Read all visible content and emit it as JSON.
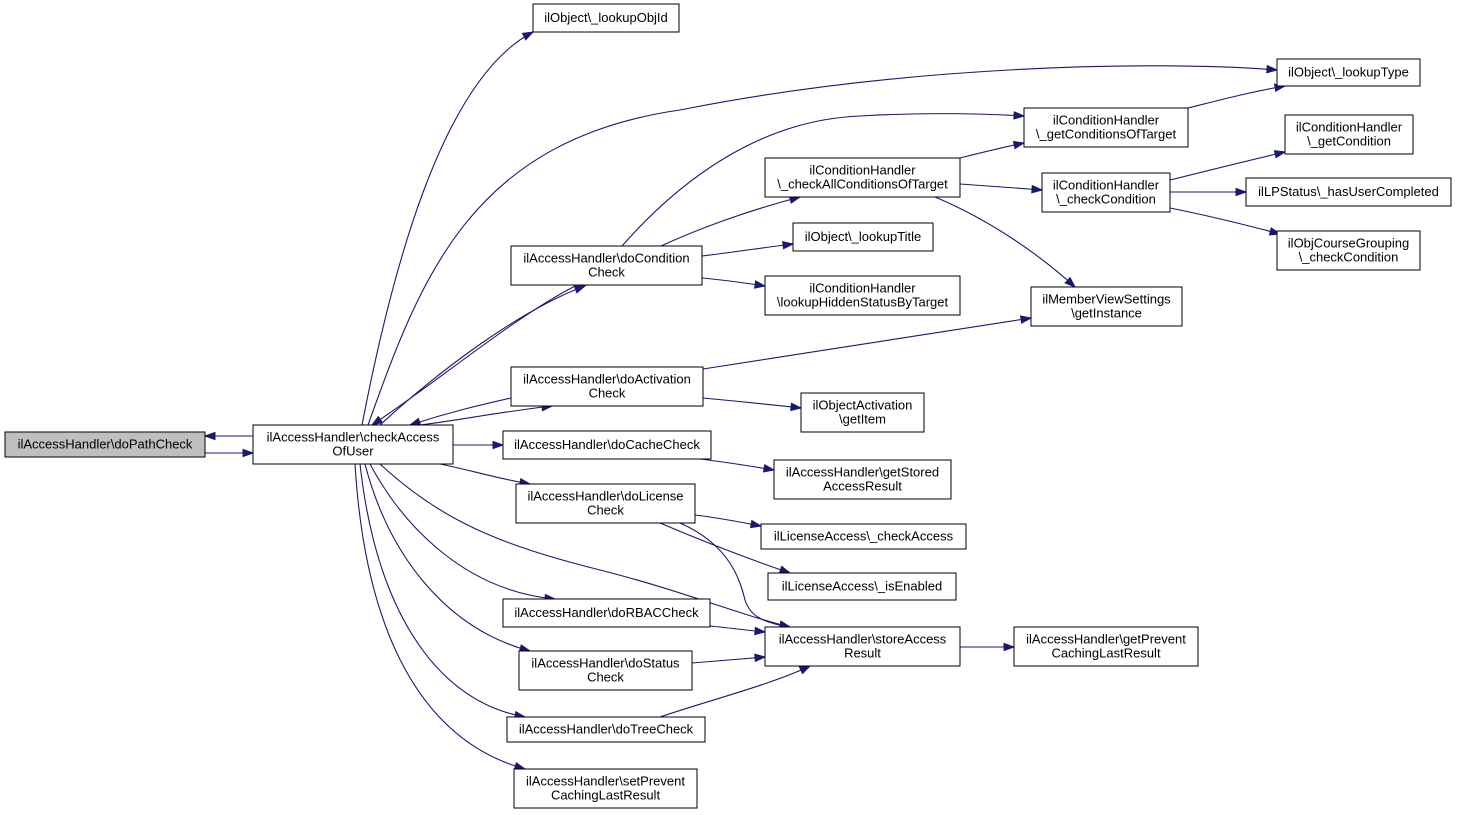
{
  "diagram": {
    "type": "call-graph",
    "colors": {
      "edge": "#191970",
      "node_border": "#000000",
      "node_fill": "#ffffff",
      "current_fill": "#bfbfbf"
    },
    "nodes": [
      {
        "id": "doPathCheck",
        "lines": [
          "ilAccessHandler\\doPathCheck"
        ],
        "current": true
      },
      {
        "id": "checkAccessOfUser",
        "lines": [
          "ilAccessHandler\\checkAccess",
          "OfUser"
        ]
      },
      {
        "id": "lookupObjId",
        "lines": [
          "ilObject\\_lookupObjId"
        ]
      },
      {
        "id": "lookupType",
        "lines": [
          "ilObject\\_lookupType"
        ]
      },
      {
        "id": "getConditionsOfTarget",
        "lines": [
          "ilConditionHandler",
          "\\_getConditionsOfTarget"
        ]
      },
      {
        "id": "checkAllConditionsOfTarget",
        "lines": [
          "ilConditionHandler",
          "\\_checkAllConditionsOfTarget"
        ]
      },
      {
        "id": "getCondition",
        "lines": [
          "ilConditionHandler",
          "\\_getCondition"
        ]
      },
      {
        "id": "checkCondition",
        "lines": [
          "ilConditionHandler",
          "\\_checkCondition"
        ]
      },
      {
        "id": "hasUserCompleted",
        "lines": [
          "ilLPStatus\\_hasUserCompleted"
        ]
      },
      {
        "id": "courseGroupingCheck",
        "lines": [
          "ilObjCourseGrouping",
          "\\_checkCondition"
        ]
      },
      {
        "id": "doConditionCheck",
        "lines": [
          "ilAccessHandler\\doCondition",
          "Check"
        ]
      },
      {
        "id": "lookupTitle",
        "lines": [
          "ilObject\\_lookupTitle"
        ]
      },
      {
        "id": "lookupHiddenStatus",
        "lines": [
          "ilConditionHandler",
          "\\lookupHiddenStatusByTarget"
        ]
      },
      {
        "id": "memberViewGetInstance",
        "lines": [
          "ilMemberViewSettings",
          "\\getInstance"
        ]
      },
      {
        "id": "doActivationCheck",
        "lines": [
          "ilAccessHandler\\doActivation",
          "Check"
        ]
      },
      {
        "id": "activationGetItem",
        "lines": [
          "ilObjectActivation",
          "\\getItem"
        ]
      },
      {
        "id": "doCacheCheck",
        "lines": [
          "ilAccessHandler\\doCacheCheck"
        ]
      },
      {
        "id": "getStoredAccessResult",
        "lines": [
          "ilAccessHandler\\getStored",
          "AccessResult"
        ]
      },
      {
        "id": "doLicenseCheck",
        "lines": [
          "ilAccessHandler\\doLicense",
          "Check"
        ]
      },
      {
        "id": "licenseCheckAccess",
        "lines": [
          "ilLicenseAccess\\_checkAccess"
        ]
      },
      {
        "id": "licenseIsEnabled",
        "lines": [
          "ilLicenseAccess\\_isEnabled"
        ]
      },
      {
        "id": "doRBACCheck",
        "lines": [
          "ilAccessHandler\\doRBACCheck"
        ]
      },
      {
        "id": "storeAccessResult",
        "lines": [
          "ilAccessHandler\\storeAccess",
          "Result"
        ]
      },
      {
        "id": "getPreventCaching",
        "lines": [
          "ilAccessHandler\\getPrevent",
          "CachingLastResult"
        ]
      },
      {
        "id": "doStatusCheck",
        "lines": [
          "ilAccessHandler\\doStatus",
          "Check"
        ]
      },
      {
        "id": "doTreeCheck",
        "lines": [
          "ilAccessHandler\\doTreeCheck"
        ]
      },
      {
        "id": "setPreventCaching",
        "lines": [
          "ilAccessHandler\\setPrevent",
          "CachingLastResult"
        ]
      }
    ],
    "edges": [
      {
        "from": "doPathCheck",
        "to": "checkAccessOfUser"
      },
      {
        "from": "checkAccessOfUser",
        "to": "doPathCheck"
      },
      {
        "from": "checkAccessOfUser",
        "to": "lookupObjId"
      },
      {
        "from": "checkAccessOfUser",
        "to": "lookupType"
      },
      {
        "from": "checkAccessOfUser",
        "to": "doConditionCheck"
      },
      {
        "from": "doConditionCheck",
        "to": "checkAccessOfUser"
      },
      {
        "from": "checkAccessOfUser",
        "to": "doActivationCheck"
      },
      {
        "from": "doActivationCheck",
        "to": "checkAccessOfUser"
      },
      {
        "from": "checkAccessOfUser",
        "to": "doCacheCheck"
      },
      {
        "from": "checkAccessOfUser",
        "to": "doLicenseCheck"
      },
      {
        "from": "checkAccessOfUser",
        "to": "storeAccessResult"
      },
      {
        "from": "checkAccessOfUser",
        "to": "doRBACCheck"
      },
      {
        "from": "checkAccessOfUser",
        "to": "doStatusCheck"
      },
      {
        "from": "checkAccessOfUser",
        "to": "doTreeCheck"
      },
      {
        "from": "checkAccessOfUser",
        "to": "setPreventCaching"
      },
      {
        "from": "doConditionCheck",
        "to": "getConditionsOfTarget"
      },
      {
        "from": "doConditionCheck",
        "to": "checkAllConditionsOfTarget"
      },
      {
        "from": "doConditionCheck",
        "to": "lookupTitle"
      },
      {
        "from": "doConditionCheck",
        "to": "lookupHiddenStatus"
      },
      {
        "from": "getConditionsOfTarget",
        "to": "lookupType"
      },
      {
        "from": "checkAllConditionsOfTarget",
        "to": "getConditionsOfTarget"
      },
      {
        "from": "checkAllConditionsOfTarget",
        "to": "checkCondition"
      },
      {
        "from": "checkAllConditionsOfTarget",
        "to": "memberViewGetInstance"
      },
      {
        "from": "checkCondition",
        "to": "getCondition"
      },
      {
        "from": "checkCondition",
        "to": "hasUserCompleted"
      },
      {
        "from": "checkCondition",
        "to": "courseGroupingCheck"
      },
      {
        "from": "doActivationCheck",
        "to": "memberViewGetInstance"
      },
      {
        "from": "doActivationCheck",
        "to": "activationGetItem"
      },
      {
        "from": "doCacheCheck",
        "to": "getStoredAccessResult"
      },
      {
        "from": "doLicenseCheck",
        "to": "licenseCheckAccess"
      },
      {
        "from": "doLicenseCheck",
        "to": "licenseIsEnabled"
      },
      {
        "from": "doLicenseCheck",
        "to": "storeAccessResult"
      },
      {
        "from": "doRBACCheck",
        "to": "storeAccessResult"
      },
      {
        "from": "doStatusCheck",
        "to": "storeAccessResult"
      },
      {
        "from": "doTreeCheck",
        "to": "storeAccessResult"
      },
      {
        "from": "storeAccessResult",
        "to": "getPreventCaching"
      }
    ]
  }
}
